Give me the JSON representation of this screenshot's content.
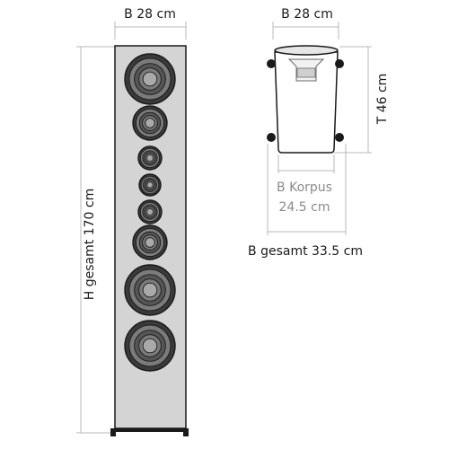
{
  "colors": {
    "line": "#1a1a1a",
    "dim_line": "#b8b8b8",
    "cabinet_fill": "#d4d4d4",
    "speaker_outer": "#3a3a3a",
    "speaker_ring": "#7b7b7b",
    "speaker_inner": "#555555",
    "speaker_cap": "#a9a9a9",
    "top_view_fill": "#ffffff"
  },
  "front_view": {
    "width_label": "B 28 cm",
    "height_label": "H gesamt 170 cm",
    "drivers": [
      {
        "type": "woofer"
      },
      {
        "type": "midrange"
      },
      {
        "type": "small"
      },
      {
        "type": "tweeter"
      },
      {
        "type": "small"
      },
      {
        "type": "midrange"
      },
      {
        "type": "woofer"
      },
      {
        "type": "woofer"
      }
    ]
  },
  "top_view": {
    "width_label": "B 28 cm",
    "depth_label": "T 46 cm",
    "body_label_line1": "B Korpus",
    "body_label_line2": "24.5 cm",
    "total_width_label": "B gesamt 33.5 cm"
  }
}
